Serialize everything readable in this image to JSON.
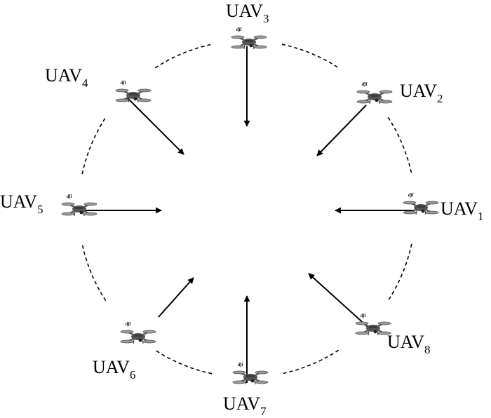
{
  "diagram": {
    "colors": {
      "stroke": "#000000",
      "drone_body": "#555555",
      "drone_light": "#9a9a9a",
      "background": "#ffffff"
    },
    "formation": "circle",
    "arrow_direction": "toward-center",
    "uavs": [
      {
        "id": "uav-1",
        "base": "UAV",
        "sub": "1",
        "brand": "dji"
      },
      {
        "id": "uav-2",
        "base": "UAV",
        "sub": "2",
        "brand": "dji"
      },
      {
        "id": "uav-3",
        "base": "UAV",
        "sub": "3",
        "brand": "dji"
      },
      {
        "id": "uav-4",
        "base": "UAV",
        "sub": "4",
        "brand": "dji"
      },
      {
        "id": "uav-5",
        "base": "UAV",
        "sub": "5",
        "brand": "dji"
      },
      {
        "id": "uav-6",
        "base": "UAV",
        "sub": "6",
        "brand": "dji"
      },
      {
        "id": "uav-7",
        "base": "UAV",
        "sub": "7",
        "brand": "dji"
      },
      {
        "id": "uav-8",
        "base": "UAV",
        "sub": "8",
        "brand": "dji"
      }
    ]
  }
}
